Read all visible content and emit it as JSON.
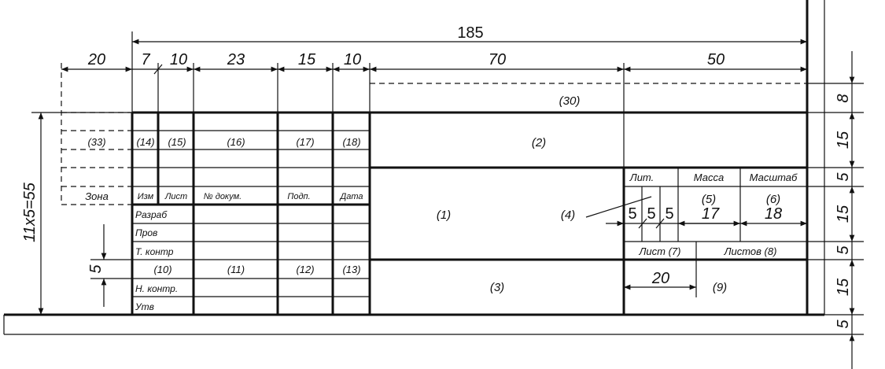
{
  "dimensions": {
    "total_width": "185",
    "col_zone": "20",
    "col_izm": "7",
    "col_list": "10",
    "col_docnum": "23",
    "col_podp": "15",
    "col_data": "10",
    "col_mid": "70",
    "col_right": "50",
    "left_height": "11x5=55",
    "row_small": "5",
    "right_8": "8",
    "right_15a": "15",
    "right_5a": "5",
    "right_15b": "15",
    "right_5b": "5",
    "right_15c": "15",
    "right_5c": "5",
    "lit_5a": "5",
    "lit_5b": "5",
    "lit_5c": "5",
    "massa_17": "17",
    "masshtab_18": "18",
    "list_20": "20"
  },
  "cells": {
    "c30": "(30)",
    "c33": "(33)",
    "c14": "(14)",
    "c15": "(15)",
    "c16": "(16)",
    "c17": "(17)",
    "c18": "(18)",
    "c2": "(2)",
    "c1": "(1)",
    "c3": "(3)",
    "c4": "(4)",
    "c5": "(5)",
    "c6": "(6)",
    "c9": "(9)",
    "c10": "(10)",
    "c11": "(11)",
    "c12": "(12)",
    "c13": "(13)"
  },
  "headers": {
    "zona": "Зона",
    "izm": "Изм",
    "list": "Лист",
    "docnum": "№ докум.",
    "podp": "Подп.",
    "data": "Дата",
    "lit": "Лит.",
    "massa": "Масса",
    "masshtab": "Масштаб",
    "list7": "Лист (7)",
    "listov8": "Листов (8)"
  },
  "row_labels": {
    "razrab": "Разраб",
    "prov": "Пров",
    "tkontr": "Т. контр",
    "nkontr": "Н. контр.",
    "utv": "Утв"
  }
}
